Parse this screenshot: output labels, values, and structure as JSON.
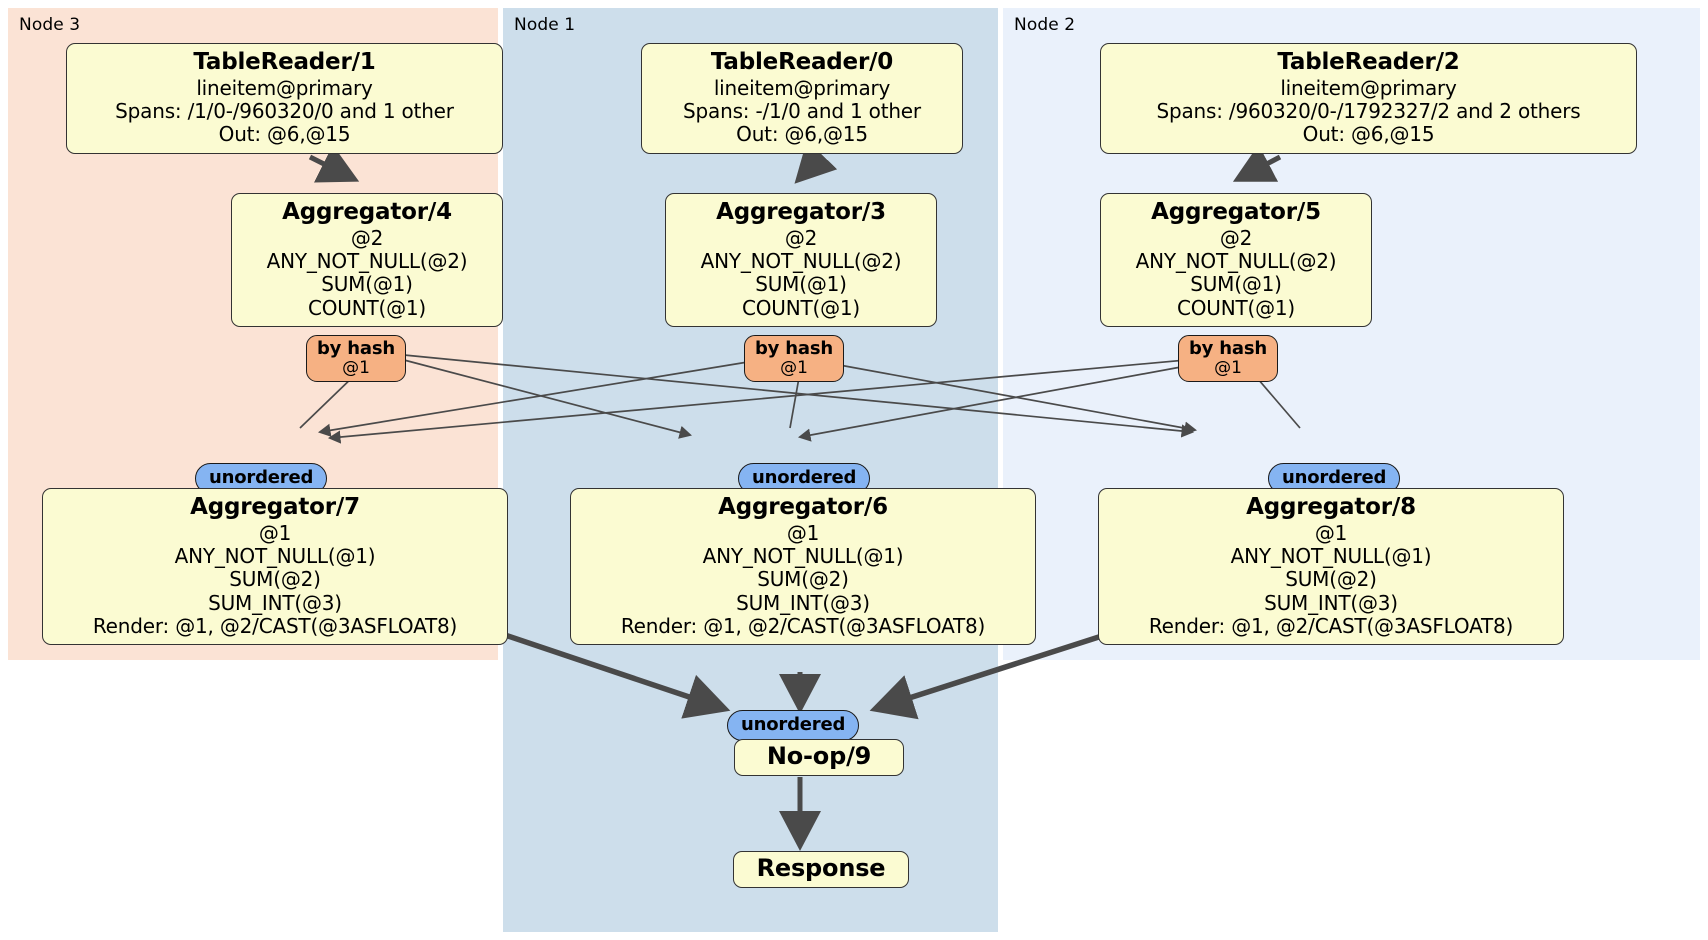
{
  "diagram": {
    "type": "distributed-query-plan",
    "title": "",
    "colors": {
      "node3_bg": "#fbe3d5",
      "node1_bg": "#cddeeb",
      "node2_bg": "#eaf1fb",
      "processor_bg": "#fbfbd2",
      "processor_border": "#333333",
      "hash_badge_bg": "#f6b183",
      "unordered_badge_bg": "#85b4f2",
      "edge": "#4a4a4a"
    }
  },
  "panels": [
    {
      "id": "node3",
      "label": "Node 3"
    },
    {
      "id": "node1",
      "label": "Node 1"
    },
    {
      "id": "node2",
      "label": "Node 2"
    }
  ],
  "processors": {
    "tablereader1": {
      "title": "TableReader/1",
      "lines": [
        "lineitem@primary",
        "Spans: /1/0-/960320/0 and 1 other",
        "Out: @6,@15"
      ]
    },
    "tablereader0": {
      "title": "TableReader/0",
      "lines": [
        "lineitem@primary",
        "Spans: -/1/0 and 1 other",
        "Out: @6,@15"
      ]
    },
    "tablereader2": {
      "title": "TableReader/2",
      "lines": [
        "lineitem@primary",
        "Spans: /960320/0-/1792327/2 and 2 others",
        "Out: @6,@15"
      ]
    },
    "aggregator4": {
      "title": "Aggregator/4",
      "lines": [
        "@2",
        "ANY_NOT_NULL(@2)",
        "SUM(@1)",
        "COUNT(@1)"
      ]
    },
    "aggregator3": {
      "title": "Aggregator/3",
      "lines": [
        "@2",
        "ANY_NOT_NULL(@2)",
        "SUM(@1)",
        "COUNT(@1)"
      ]
    },
    "aggregator5": {
      "title": "Aggregator/5",
      "lines": [
        "@2",
        "ANY_NOT_NULL(@2)",
        "SUM(@1)",
        "COUNT(@1)"
      ]
    },
    "aggregator7": {
      "title": "Aggregator/7",
      "lines": [
        "@1",
        "ANY_NOT_NULL(@1)",
        "SUM(@2)",
        "SUM_INT(@3)",
        "Render: @1, @2/CAST(@3ASFLOAT8)"
      ]
    },
    "aggregator6": {
      "title": "Aggregator/6",
      "lines": [
        "@1",
        "ANY_NOT_NULL(@1)",
        "SUM(@2)",
        "SUM_INT(@3)",
        "Render: @1, @2/CAST(@3ASFLOAT8)"
      ]
    },
    "aggregator8": {
      "title": "Aggregator/8",
      "lines": [
        "@1",
        "ANY_NOT_NULL(@1)",
        "SUM(@2)",
        "SUM_INT(@3)",
        "Render: @1, @2/CAST(@3ASFLOAT8)"
      ]
    },
    "noop9": {
      "title": "No-op/9",
      "lines": []
    },
    "response": {
      "title": "Response",
      "lines": []
    }
  },
  "badges": {
    "hash_left": {
      "kind": "by hash",
      "column": "@1"
    },
    "hash_mid": {
      "kind": "by hash",
      "column": "@1"
    },
    "hash_right": {
      "kind": "by hash",
      "column": "@1"
    },
    "unord_left": {
      "kind": "unordered"
    },
    "unord_mid": {
      "kind": "unordered"
    },
    "unord_right": {
      "kind": "unordered"
    },
    "unord_final": {
      "kind": "unordered"
    }
  }
}
